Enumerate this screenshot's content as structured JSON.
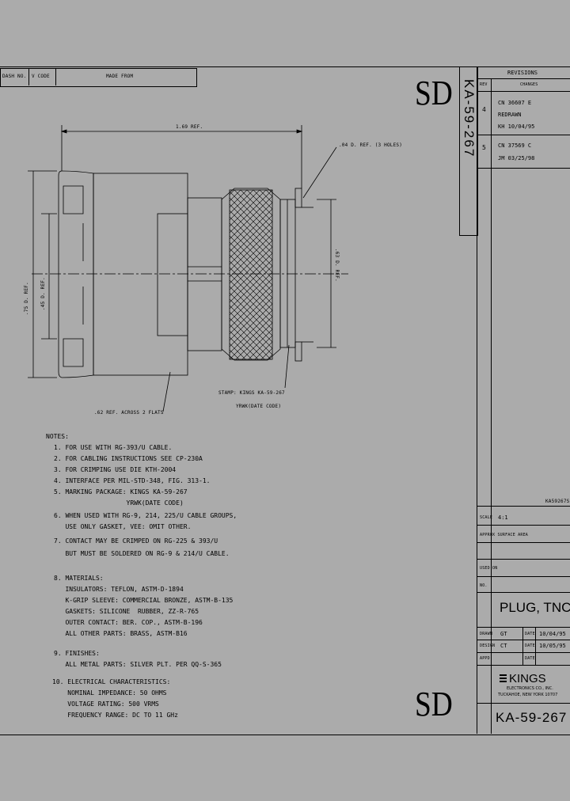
{
  "header": {
    "dash_no": "DASH NO.",
    "v_code": "V CODE",
    "made_from": "MADE FROM"
  },
  "sd_top": "SD",
  "sd_bottom": "SD",
  "vertical_part_no": "KA-59-267",
  "revisions": {
    "title": "REVISIONS",
    "col_rev": "REV",
    "col_changes": "CHANGES",
    "rows": [
      {
        "rev": "4",
        "lines": [
          "CN 36607 E",
          "REDRAWN",
          "KH  10/04/95"
        ]
      },
      {
        "rev": "5",
        "lines": [
          "CN 37569 C",
          "JM  03/25/98"
        ]
      }
    ]
  },
  "dims": {
    "overall_length": "1.69 REF.",
    "holes": ".04 D. REF. (3 HOLES)",
    "dia_75": ".75 D. REF.",
    "dia_45": ".45 D. REF.",
    "dia_63": ".63 D. REF.",
    "flats": ".62 REF. ACROSS 2 FLATS",
    "stamp_1": "STAMP: KINGS KA-59-267",
    "stamp_2": "YRWK(DATE CODE)"
  },
  "notes": {
    "title": "NOTES:",
    "lines": [
      "1. FOR USE WITH RG-393/U CABLE.",
      "2. FOR CABLING INSTRUCTIONS SEE CP-230A",
      "3. FOR CRIMPING USE DIE KTH-2004",
      "4. INTERFACE PER MIL-STD-348, FIG. 313-1.",
      "5. MARKING PACKAGE: KINGS KA-59-267",
      "                   YRWK(DATE CODE)",
      "6. WHEN USED WITH RG-9, 214, 225/U CABLE GROUPS,",
      "   USE ONLY GASKET, VEE: OMIT OTHER.",
      "7. CONTACT MAY BE CRIMPED ON RG-225 & 393/U",
      "   BUT MUST BE SOLDERED ON RG-9 & 214/U CABLE.",
      "8. MATERIALS:",
      "   INSULATORS: TEFLON, ASTM-D-1894",
      "   K-GRIP SLEEVE: COMMERCIAL BRONZE, ASTM-B-135",
      "   GASKETS: SILICONE  RUBBER, ZZ-R-765",
      "   OUTER CONTACT: BER. COP., ASTM-B-196",
      "   ALL OTHER PARTS: BRASS, ASTM-B16",
      "9. FINISHES:",
      "   ALL METAL PARTS: SILVER PLT. PER QQ-S-365",
      "10. ELECTRICAL CHARACTERISTICS:",
      "    NOMINAL IMPEDANCE: 50 OHMS",
      "    VOLTAGE RATING: 500 VRMS",
      "    FREQUENCY RANGE: DC TO 11 GHz"
    ]
  },
  "title_block": {
    "file_ref": "KA59267S",
    "scale_label": "SCALE",
    "scale_value": "4:1",
    "approx_label": "APPROX SURFACE AREA",
    "used_on_label": "USED ON",
    "no_label": "NO.",
    "part_name": "PLUG, TNC",
    "drawn_label": "DRAWN",
    "drawn_by": "GT",
    "drawn_date_label": "DATE",
    "drawn_date": "10/04/95",
    "design_label": "DESIGN",
    "design_by": "CT",
    "design_date_label": "DATE",
    "design_date": "10/05/95",
    "appd_label": "APPD",
    "appd_date_label": "DATE",
    "company_name": "KINGS",
    "company_sub1": "ELECTRONICS CO., INC.",
    "company_sub2": "TUCKAHOE, NEW YORK 10707",
    "part_number": "KA-59-267"
  },
  "colors": {
    "background": "#ababab",
    "line": "#000000"
  }
}
